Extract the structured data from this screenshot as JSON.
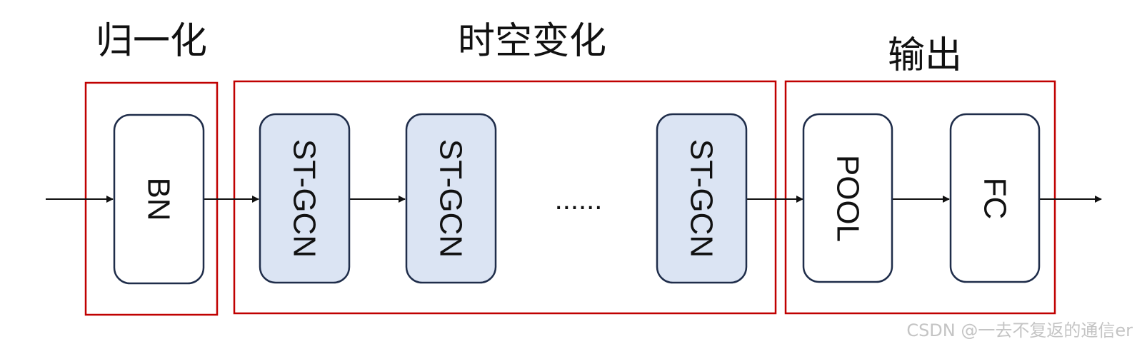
{
  "groups": {
    "normalize": {
      "title": "归一化"
    },
    "spatiotemporal": {
      "title": "时空变化"
    },
    "output": {
      "title": "输出"
    }
  },
  "blocks": {
    "bn": "BN",
    "stgcn_1": "ST-GCN",
    "stgcn_2": "ST-GCN",
    "stgcn_n": "ST-GCN",
    "pool": "POOL",
    "fc": "FC"
  },
  "ellipsis": "......",
  "watermark": "CSDN @一去不复返的通信er",
  "colors": {
    "group_border": "#c00000",
    "block_border": "#1f2d4a",
    "stgcn_fill": "#dbe4f3",
    "plain_fill": "#ffffff",
    "arrow": "#111111"
  }
}
